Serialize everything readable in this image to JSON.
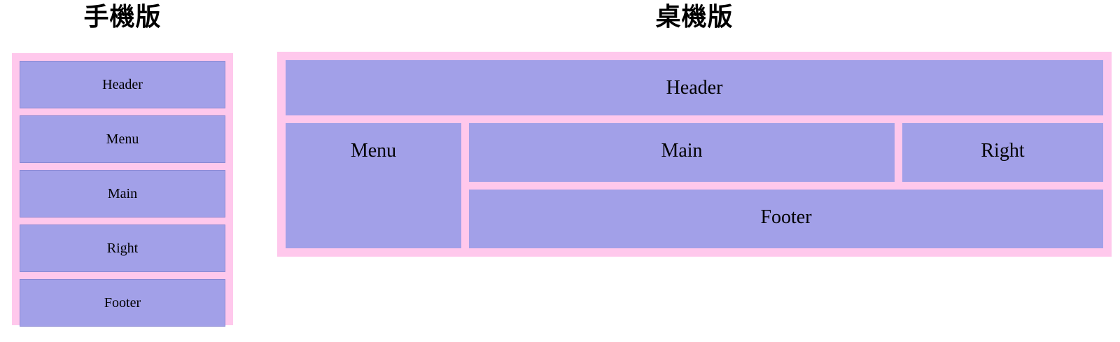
{
  "colors": {
    "frame_pink": "#ffc8ec",
    "box_purple": "#a2a0e8",
    "text": "#000000",
    "background": "#ffffff"
  },
  "mobile": {
    "title": "手機版",
    "boxes": [
      "Header",
      "Menu",
      "Main",
      "Right",
      "Footer"
    ]
  },
  "desktop": {
    "title": "桌機版",
    "boxes": {
      "header": "Header",
      "menu": "Menu",
      "main": "Main",
      "right": "Right",
      "footer": "Footer"
    }
  }
}
